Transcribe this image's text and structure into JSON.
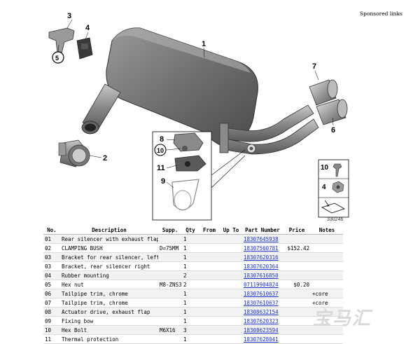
{
  "sponsored": "Sponsored links",
  "diagram": {
    "id": "330246",
    "callouts": [
      "1",
      "2",
      "3",
      "4",
      "5",
      "6",
      "7",
      "8",
      "9",
      "10",
      "11"
    ],
    "legend_numbers": [
      "10",
      "4"
    ]
  },
  "table": {
    "headers": {
      "no": "No.",
      "description": "Description",
      "supp": "Supp.",
      "qty": "Qty",
      "from": "From",
      "upto": "Up To",
      "part_number": "Part Number",
      "price": "Price",
      "notes": "Notes"
    },
    "rows": [
      {
        "no": "01",
        "description": "Rear silencer with exhaust flap",
        "supp": "",
        "qty": "1",
        "from": "",
        "upto": "",
        "part_number": "18307645938",
        "price": "",
        "notes": ""
      },
      {
        "no": "02",
        "description": "CLAMPING BUSH",
        "supp": "D=75MM",
        "qty": "1",
        "from": "",
        "upto": "",
        "part_number": "18307560781",
        "price": "$152.42",
        "notes": ""
      },
      {
        "no": "03",
        "description": "Bracket for rear silencer, left",
        "supp": "",
        "qty": "1",
        "from": "",
        "upto": "",
        "part_number": "18307620316",
        "price": "",
        "notes": ""
      },
      {
        "no": "03",
        "description": "Bracket, rear silencer right",
        "supp": "",
        "qty": "1",
        "from": "",
        "upto": "",
        "part_number": "18307620364",
        "price": "",
        "notes": ""
      },
      {
        "no": "04",
        "description": "Rubber mounting",
        "supp": "",
        "qty": "2",
        "from": "",
        "upto": "",
        "part_number": "18307616850",
        "price": "",
        "notes": ""
      },
      {
        "no": "05",
        "description": "Hex nut",
        "supp": "M8-ZNS3",
        "qty": "2",
        "from": "",
        "upto": "",
        "part_number": "07119904024",
        "price": "$0.20",
        "notes": ""
      },
      {
        "no": "06",
        "description": "Tailpipe trim, chrome",
        "supp": "",
        "qty": "1",
        "from": "",
        "upto": "",
        "part_number": "18307610637",
        "price": "",
        "notes": "+core"
      },
      {
        "no": "07",
        "description": "Tailpipe trim, chrome",
        "supp": "",
        "qty": "1",
        "from": "",
        "upto": "",
        "part_number": "18307610637",
        "price": "",
        "notes": "+core"
      },
      {
        "no": "08",
        "description": "Actuator drive, exhaust flap",
        "supp": "",
        "qty": "1",
        "from": "",
        "upto": "",
        "part_number": "18308632154",
        "price": "",
        "notes": ""
      },
      {
        "no": "09",
        "description": "Fixing bow",
        "supp": "",
        "qty": "1",
        "from": "",
        "upto": "",
        "part_number": "18307620323",
        "price": "",
        "notes": ""
      },
      {
        "no": "10",
        "description": "Hex Bolt",
        "supp": "M6X16",
        "qty": "3",
        "from": "",
        "upto": "",
        "part_number": "18308623594",
        "price": "",
        "notes": ""
      },
      {
        "no": "11",
        "description": "Thermal protection",
        "supp": "",
        "qty": "1",
        "from": "",
        "upto": "",
        "part_number": "18307628041",
        "price": "",
        "notes": ""
      }
    ]
  },
  "watermark": "宝马汇"
}
